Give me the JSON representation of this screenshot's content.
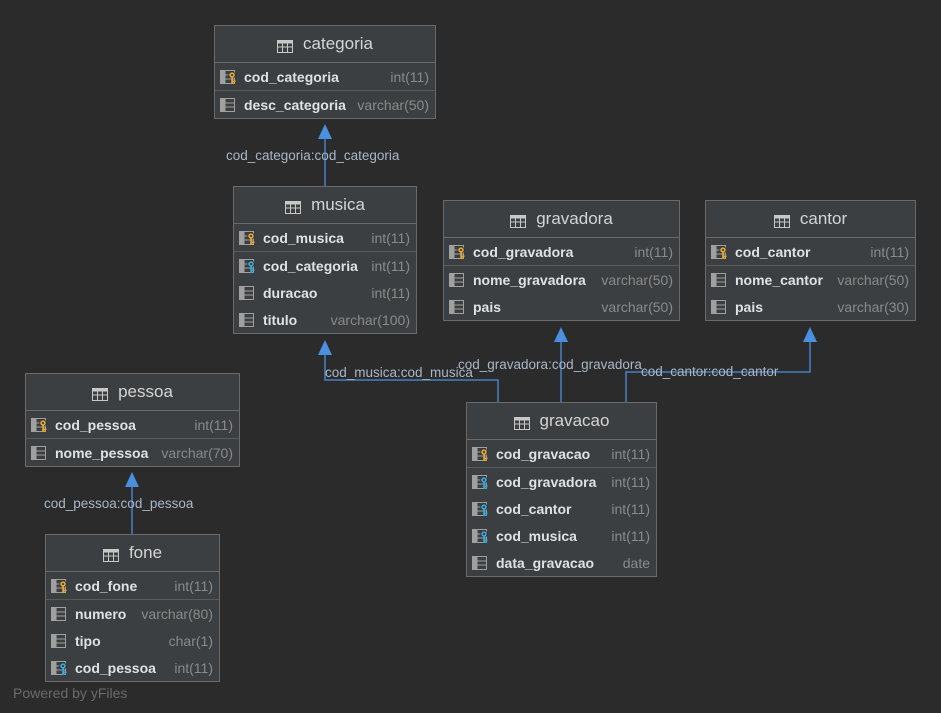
{
  "tables": {
    "categoria": {
      "name": "categoria",
      "columns": [
        {
          "name": "cod_categoria",
          "type": "int(11)",
          "icon": "primary-key-icon"
        },
        {
          "name": "desc_categoria",
          "type": "varchar(50)",
          "icon": "column-icon"
        }
      ]
    },
    "musica": {
      "name": "musica",
      "columns": [
        {
          "name": "cod_musica",
          "type": "int(11)",
          "icon": "primary-key-icon"
        },
        {
          "name": "cod_categoria",
          "type": "int(11)",
          "icon": "foreign-key-icon"
        },
        {
          "name": "duracao",
          "type": "int(11)",
          "icon": "column-icon"
        },
        {
          "name": "titulo",
          "type": "varchar(100)",
          "icon": "column-icon"
        }
      ]
    },
    "gravadora": {
      "name": "gravadora",
      "columns": [
        {
          "name": "cod_gravadora",
          "type": "int(11)",
          "icon": "primary-key-icon"
        },
        {
          "name": "nome_gravadora",
          "type": "varchar(50)",
          "icon": "column-icon"
        },
        {
          "name": "pais",
          "type": "varchar(50)",
          "icon": "column-icon"
        }
      ]
    },
    "cantor": {
      "name": "cantor",
      "columns": [
        {
          "name": "cod_cantor",
          "type": "int(11)",
          "icon": "primary-key-icon"
        },
        {
          "name": "nome_cantor",
          "type": "varchar(50)",
          "icon": "column-icon"
        },
        {
          "name": "pais",
          "type": "varchar(30)",
          "icon": "column-icon"
        }
      ]
    },
    "pessoa": {
      "name": "pessoa",
      "columns": [
        {
          "name": "cod_pessoa",
          "type": "int(11)",
          "icon": "primary-key-icon"
        },
        {
          "name": "nome_pessoa",
          "type": "varchar(70)",
          "icon": "column-icon"
        }
      ]
    },
    "gravacao": {
      "name": "gravacao",
      "columns": [
        {
          "name": "cod_gravacao",
          "type": "int(11)",
          "icon": "primary-key-icon"
        },
        {
          "name": "cod_gravadora",
          "type": "int(11)",
          "icon": "foreign-key-icon"
        },
        {
          "name": "cod_cantor",
          "type": "int(11)",
          "icon": "foreign-key-icon"
        },
        {
          "name": "cod_musica",
          "type": "int(11)",
          "icon": "foreign-key-icon"
        },
        {
          "name": "data_gravacao",
          "type": "date",
          "icon": "column-icon"
        }
      ]
    },
    "fone": {
      "name": "fone",
      "columns": [
        {
          "name": "cod_fone",
          "type": "int(11)",
          "icon": "primary-key-icon"
        },
        {
          "name": "numero",
          "type": "varchar(80)",
          "icon": "column-icon"
        },
        {
          "name": "tipo",
          "type": "char(1)",
          "icon": "column-icon"
        },
        {
          "name": "cod_pessoa",
          "type": "int(11)",
          "icon": "foreign-key-icon"
        }
      ]
    }
  },
  "relations": {
    "musica_categoria": "cod_categoria:cod_categoria",
    "gravacao_musica": "cod_musica:cod_musica",
    "gravacao_gravadora": "cod_gravadora:cod_gravadora",
    "gravacao_cantor": "cod_cantor:cod_cantor",
    "fone_pessoa": "cod_pessoa:cod_pessoa"
  },
  "footer": "Powered by yFiles",
  "colors": {
    "background": "#2b2b2b",
    "table_bg": "#3c3f41",
    "edge": "#4a8fe0",
    "primary_key": "#e2a63b",
    "foreign_key": "#3aa8d8"
  }
}
